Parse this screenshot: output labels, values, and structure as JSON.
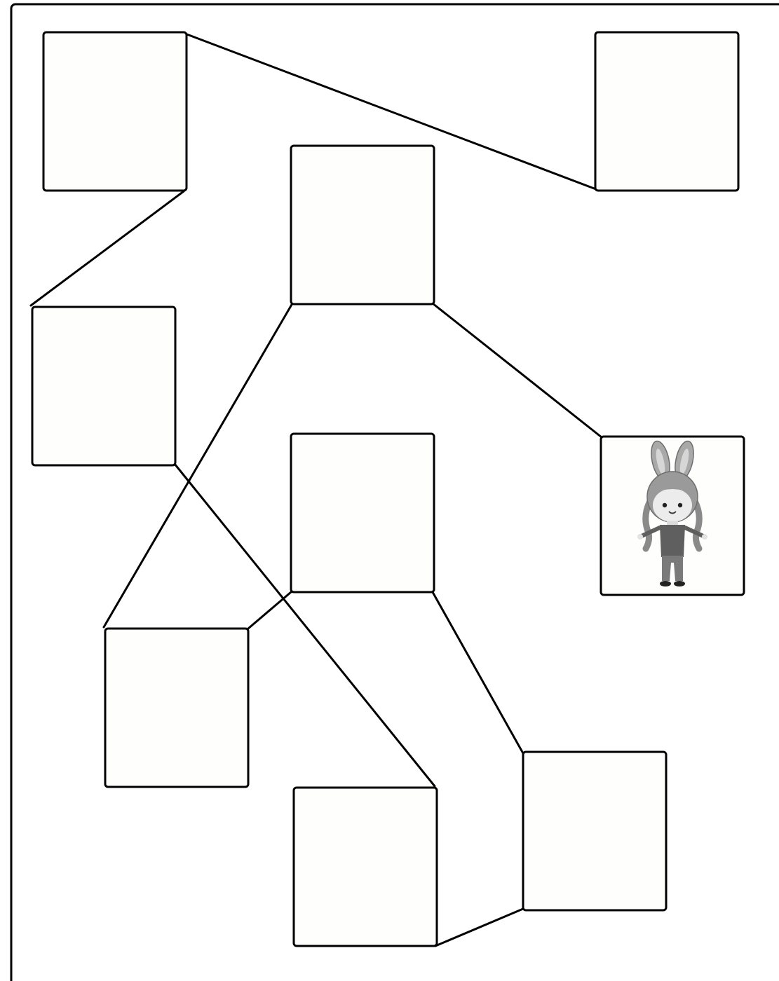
{
  "worksheet": {
    "boxes": [
      {
        "id": "box-1",
        "content": "empty"
      },
      {
        "id": "box-2",
        "content": "empty"
      },
      {
        "id": "box-3",
        "content": "empty"
      },
      {
        "id": "box-4",
        "content": "empty"
      },
      {
        "id": "box-5",
        "content": "empty"
      },
      {
        "id": "box-6",
        "content": "girl-with-bunny-ears-icon"
      },
      {
        "id": "box-7",
        "content": "empty"
      },
      {
        "id": "box-8",
        "content": "empty"
      },
      {
        "id": "box-9",
        "content": "empty"
      }
    ],
    "connections": [
      [
        "box-1",
        "box-2"
      ],
      [
        "box-1",
        "box-4"
      ],
      [
        "box-3",
        "box-6"
      ],
      [
        "box-3",
        "box-7"
      ],
      [
        "box-4",
        "box-8"
      ],
      [
        "box-5",
        "box-7"
      ],
      [
        "box-5",
        "box-9"
      ],
      [
        "box-8",
        "box-9"
      ]
    ],
    "colors": {
      "line": "#000000",
      "box_fill": "#fefefd",
      "figure_gray": "#8f8f8f"
    }
  }
}
